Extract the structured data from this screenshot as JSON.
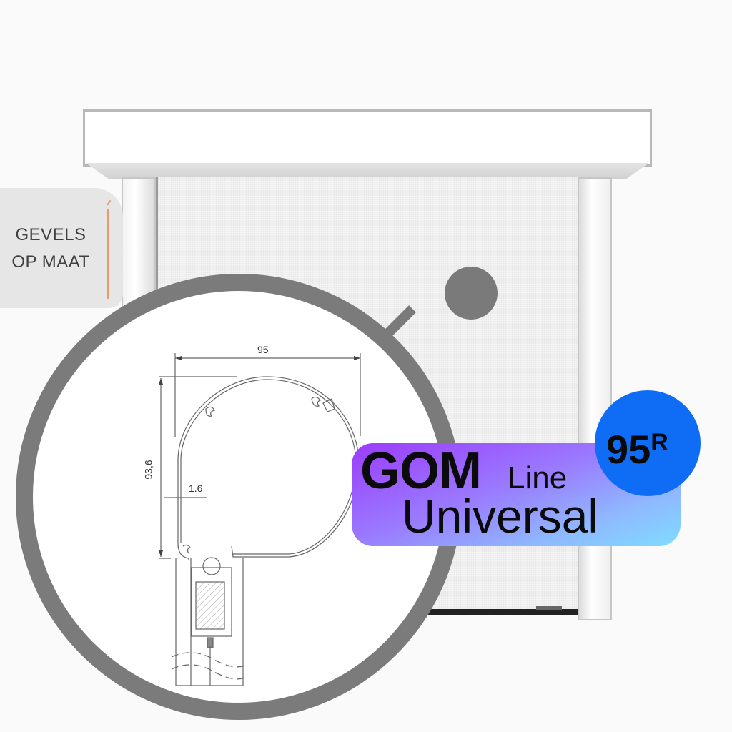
{
  "brand_badge": {
    "line1": "GEVELS",
    "line2": "OP MAAT",
    "accent_color": "#e79a6c"
  },
  "product": {
    "brand": "GOM",
    "line": "Line",
    "variant": "Universal",
    "model_number": "95",
    "model_suffix": "R",
    "label_gradient": [
      "#9b3cfb",
      "#9a7bff",
      "#8fb8ff",
      "#7fdcff"
    ],
    "model_badge_color": "#0f6cf5"
  },
  "drawing": {
    "width_dim": "95",
    "height_dim": "93,6",
    "wall_thickness": "1.6"
  }
}
